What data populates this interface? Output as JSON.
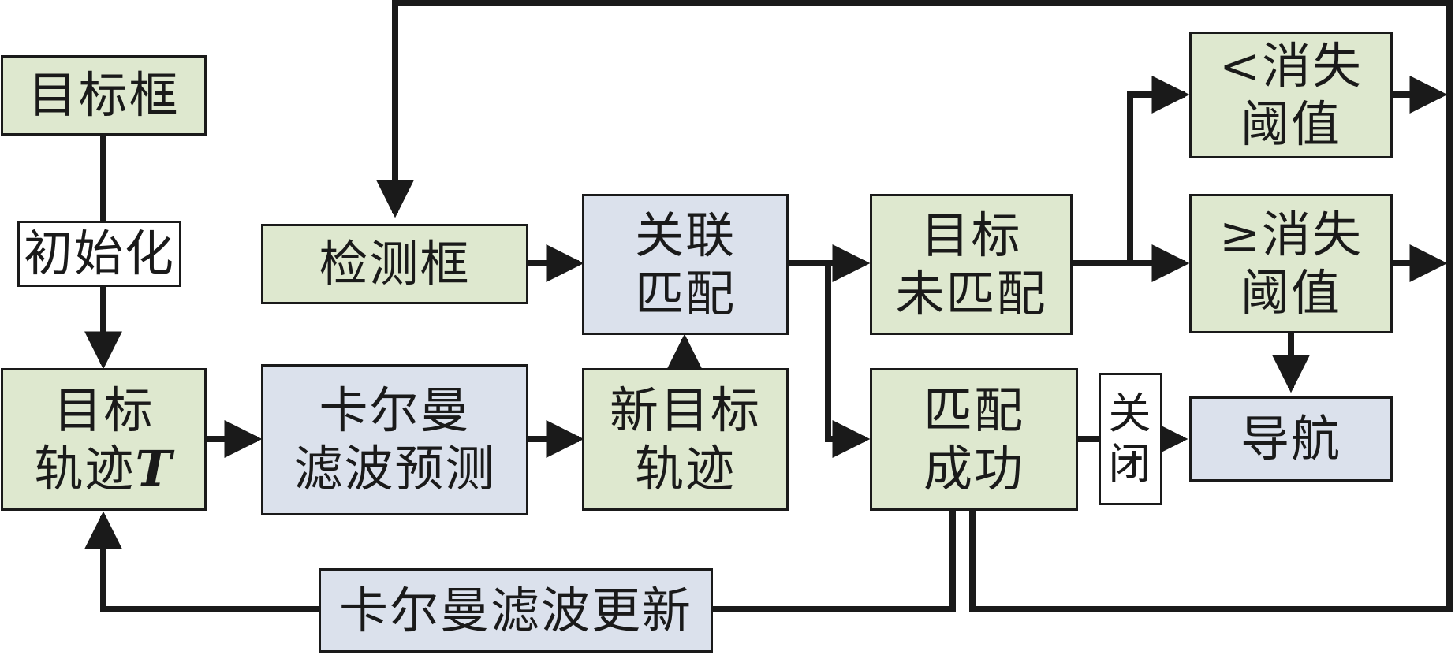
{
  "nodes": {
    "target_box": {
      "label": "目标框"
    },
    "initialize": {
      "label": "初始化"
    },
    "target_track": {
      "label": "目标\n轨迹",
      "suffix": "T"
    },
    "kalman_predict": {
      "label": "卡尔曼\n滤波预测"
    },
    "detection_box": {
      "label": "检测框"
    },
    "assoc_match": {
      "label": "关联\n匹配"
    },
    "new_track": {
      "label": "新目标\n轨迹"
    },
    "unmatched": {
      "label": "目标\n未匹配"
    },
    "match_success": {
      "label": "匹配\n成功"
    },
    "below_threshold": {
      "label": "<消失\n阈值"
    },
    "above_threshold": {
      "label": "≥消失\n阈值"
    },
    "close": {
      "label": "关\n闭"
    },
    "navigation": {
      "label": "导航"
    },
    "kalman_update": {
      "label": "卡尔曼滤波更新"
    }
  },
  "colors": {
    "green_fill": "#dee8cf",
    "blue_fill": "#dbe1ec",
    "line": "#1a1a1a"
  }
}
